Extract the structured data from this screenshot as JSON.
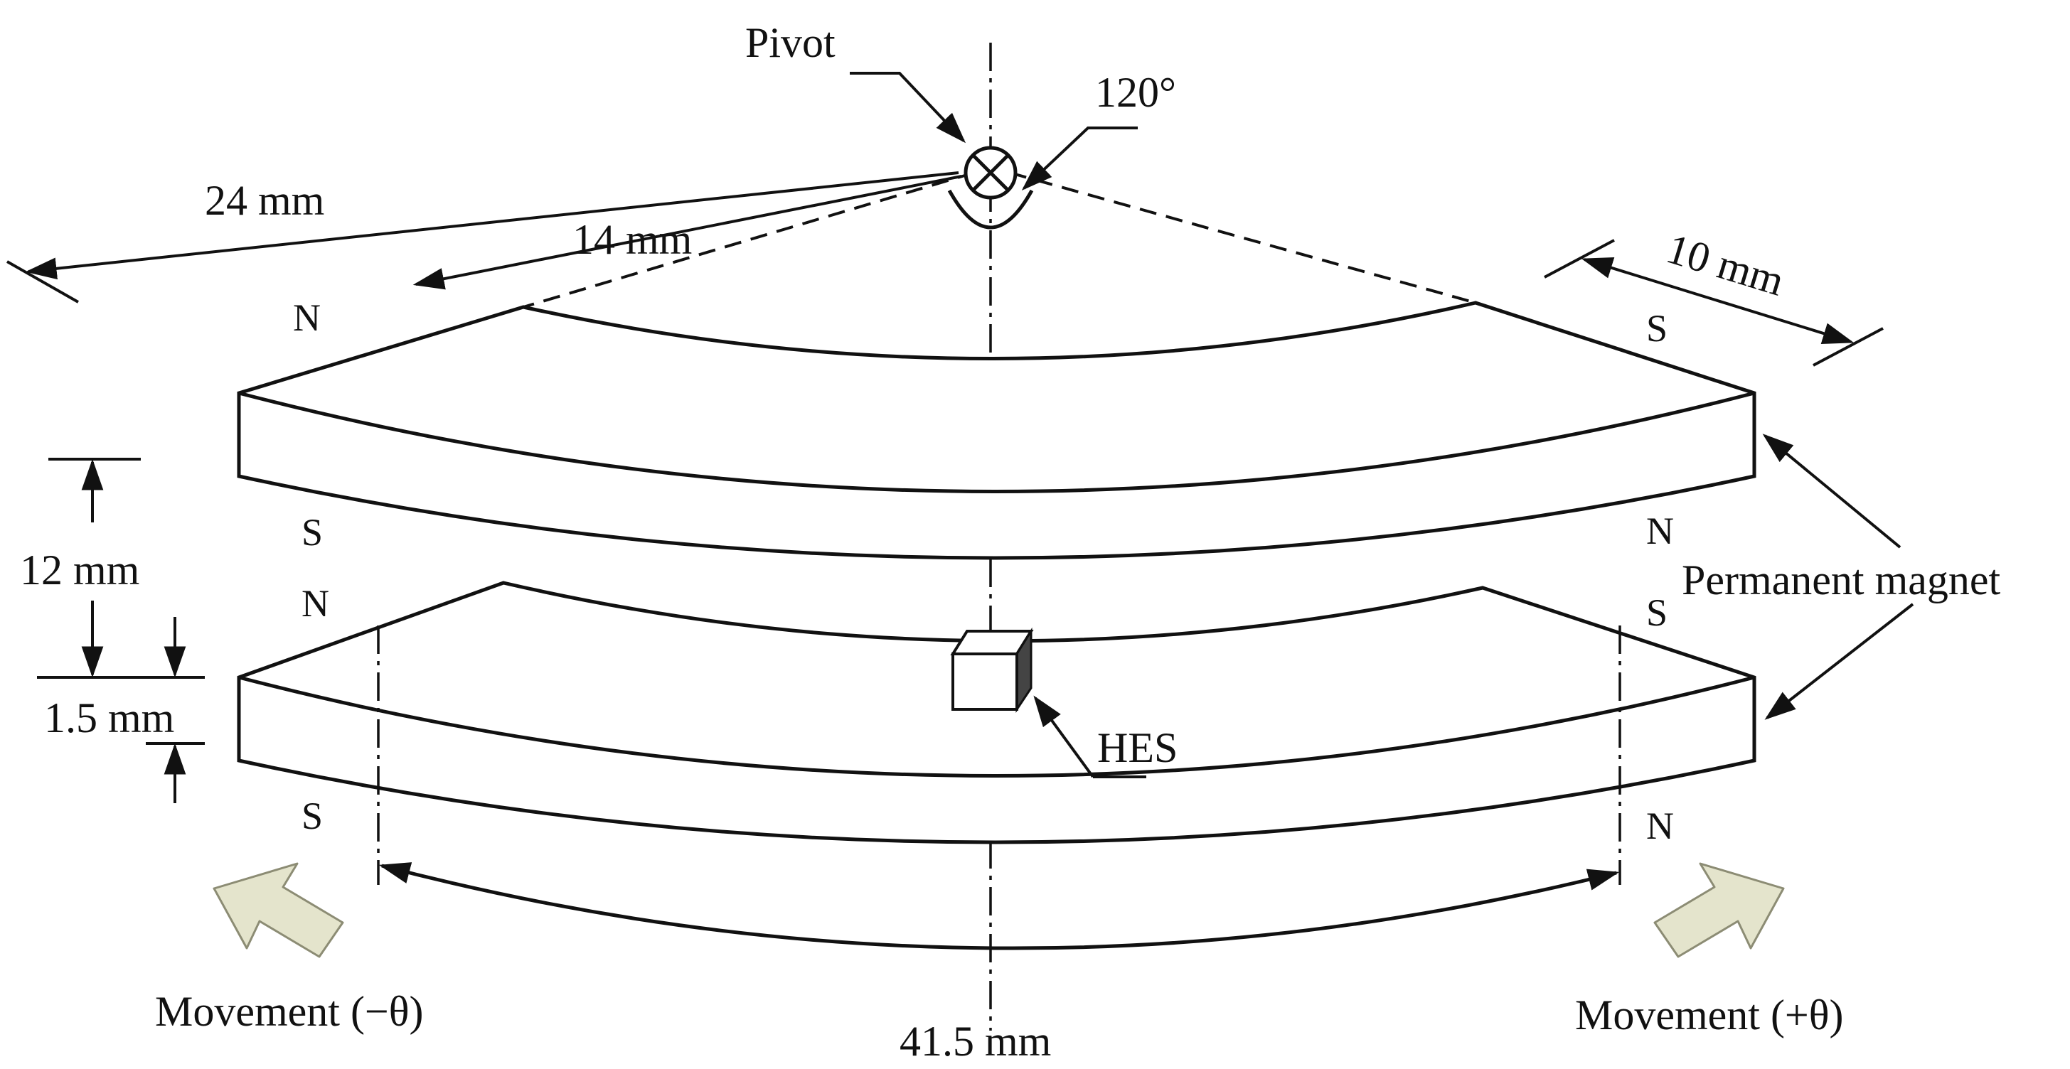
{
  "diagram": {
    "labels": {
      "pivot": "Pivot",
      "angle": "120°",
      "outer_radius": "24 mm",
      "inner_radius": "14 mm",
      "width": "10 mm",
      "gap": "12 mm",
      "thickness": "1.5 mm",
      "arc_length": "41.5 mm",
      "sensor": "HES",
      "magnet": "Permanent magnet",
      "move_neg": "Movement (−θ)",
      "move_pos": "Movement (+θ)"
    },
    "poles": {
      "upper_top_left": "N",
      "upper_top_right": "S",
      "upper_bottom_left": "S",
      "upper_bottom_right": "N",
      "lower_top_left": "N",
      "lower_top_right": "S",
      "lower_bottom_left": "S",
      "lower_bottom_right": "N"
    },
    "colors": {
      "line": "#111111",
      "movement_arrow_fill": "#e4e4cc",
      "movement_arrow_stroke": "#8c8c74",
      "sensor_shade": "#444444"
    }
  }
}
